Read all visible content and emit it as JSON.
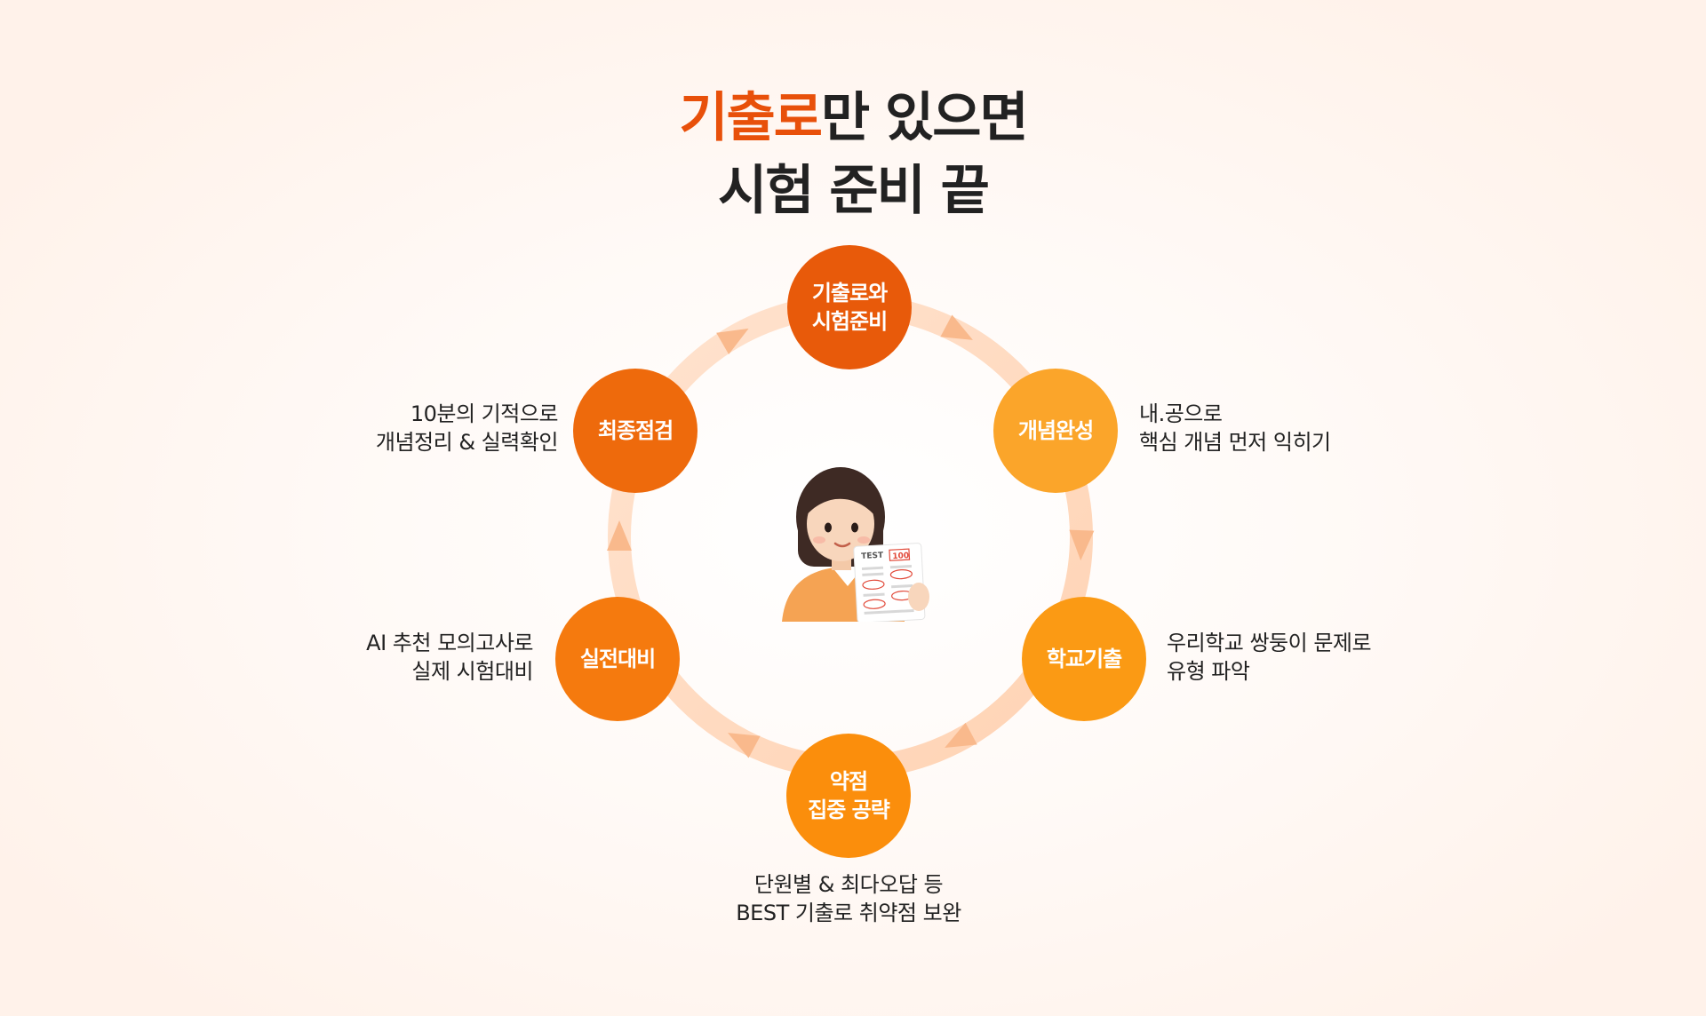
{
  "headline": {
    "accent": "기출로",
    "line1_rest": "만 있으면",
    "line2": "시험 준비 끝"
  },
  "cycle": [
    {
      "id": "start",
      "label": "기출로와\n시험준비",
      "color": "#e85a0a",
      "desc": ""
    },
    {
      "id": "concept",
      "label": "개념완성",
      "color": "#fba52a",
      "desc": "내.공으로\n핵심 개념 먼저 익히기"
    },
    {
      "id": "school",
      "label": "학교기출",
      "color": "#fb9a14",
      "desc": "우리학교 쌍둥이 문제로\n유형 파악"
    },
    {
      "id": "weak",
      "label": "약점\n집중 공략",
      "color": "#fb8e0c",
      "desc": "단원별 & 최다오답 등\nBEST 기출로 취약점 보완"
    },
    {
      "id": "practice",
      "label": "실전대비",
      "color": "#f57a0e",
      "desc": "AI 추천 모의고사로\n실제 시험대비"
    },
    {
      "id": "final",
      "label": "최종점검",
      "color": "#ee6a0c",
      "desc": "10분의 기적으로\n개념정리 & 실력확인"
    }
  ],
  "illustration": {
    "sheet_title": "TEST",
    "sheet_score": "100"
  },
  "colors": {
    "accent": "#e8500a",
    "ring": "#ffd8bd",
    "ring_arrow": "#f9b98c"
  }
}
